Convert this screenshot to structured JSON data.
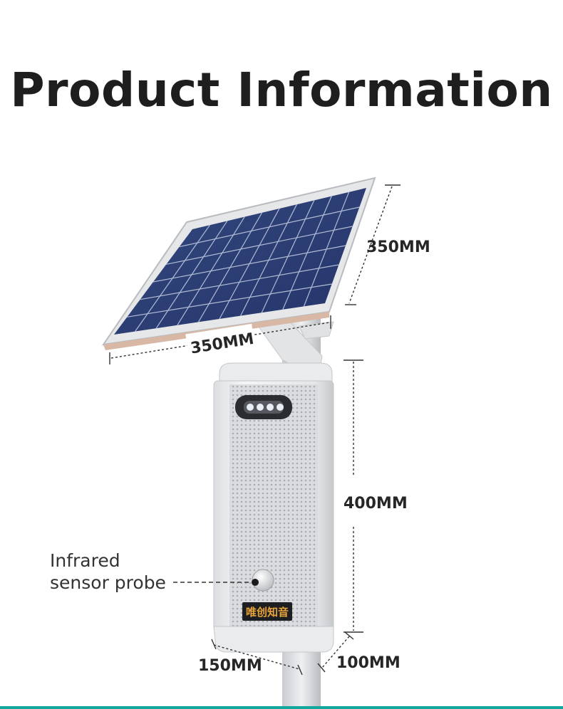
{
  "page": {
    "title": "Product Information"
  },
  "dimensions": {
    "panel_height": "350MM",
    "panel_width": "350MM",
    "speaker_height": "400MM",
    "speaker_width": "150MM",
    "speaker_depth": "100MM"
  },
  "callout": {
    "line1": "Infrared",
    "line2": "sensor probe"
  },
  "brand_plate": {
    "text": "唯创知音"
  },
  "colors": {
    "accent": "#13a89e",
    "panel_cell": "#2b3e72",
    "brand_text": "#e8a33a",
    "title": "#1e1e1e"
  }
}
